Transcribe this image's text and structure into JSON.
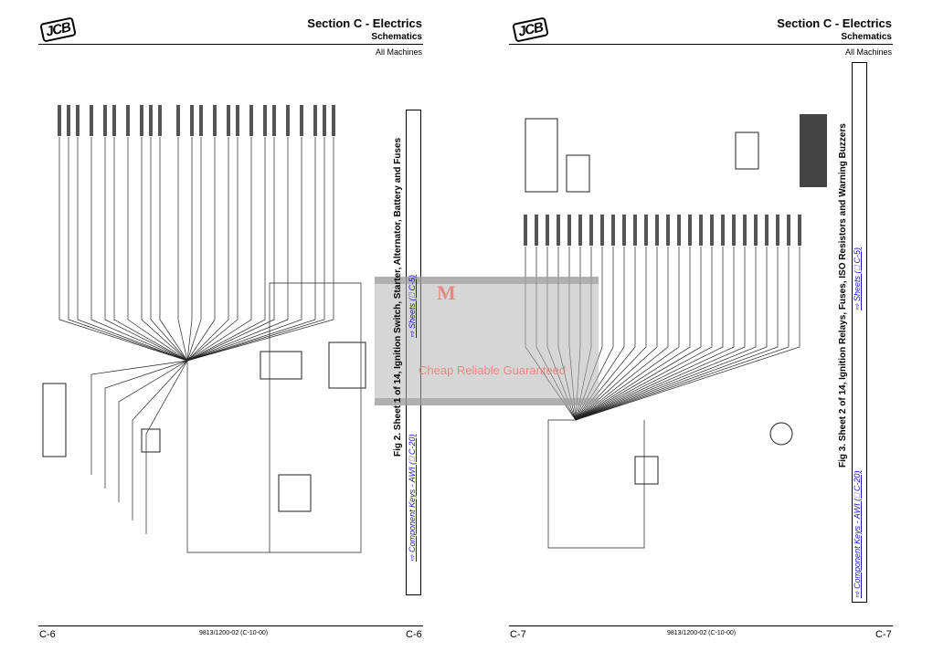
{
  "pages": [
    {
      "logo": "JCB",
      "section_title": "Section C - Electrics",
      "subtitle": "Schematics",
      "applicability": "All Machines",
      "caption": "Fig 2.  Sheet 1 of 14, Ignition Switch, Starter, Alternator, Battery and Fuses",
      "link_keys": "⇨ Component Keys - AWI (⎕ C-20)",
      "link_sheets": "⇨ Sheets (⎕ C-5)",
      "page_number": "C-6",
      "doc_code": "9813/1200-02 (C-10-00)"
    },
    {
      "logo": "JCB",
      "section_title": "Section C - Electrics",
      "subtitle": "Schematics",
      "applicability": "All Machines",
      "caption": "Fig 3. Sheet 2 of 14, Ignition Relays, Fuses, ISO Resistors and Warning Buzzers",
      "link_keys": "⇨ Component Keys - AWI (⎕ C-20)",
      "link_sheets": "⇨ Sheets (⎕ C-5)",
      "page_number": "C-7",
      "doc_code": "9813/1200-02 (C-10-00)"
    }
  ],
  "watermark": {
    "letter": "M",
    "text": "Cheap Reliable Guaranteed"
  }
}
